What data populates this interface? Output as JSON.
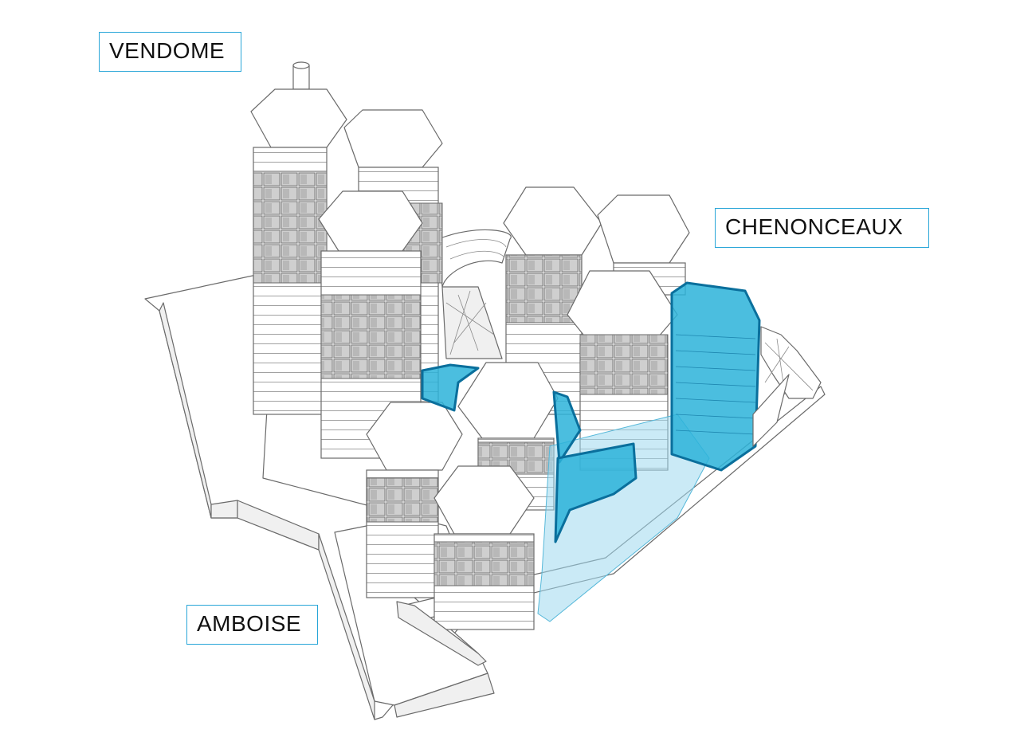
{
  "labels": {
    "vendome": "VENDOME",
    "chenonceaux": "CHENONCEAUX",
    "amboise": "AMBOISE"
  },
  "colors": {
    "highlight": "#2bb3d9",
    "highlight_stroke": "#0a6f9c",
    "label_border": "#29a6d8",
    "line": "#6a6a6a"
  }
}
